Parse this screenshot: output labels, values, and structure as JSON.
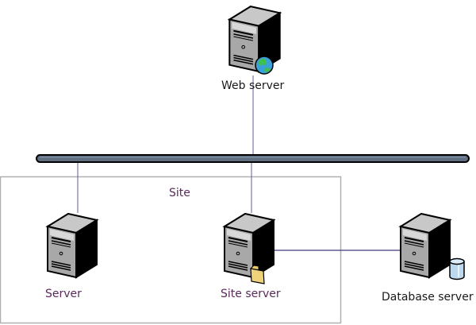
{
  "diagram": {
    "title": "Site topology",
    "colors": {
      "connector": "#5b5b9a",
      "bus_fill": "#5f6e80",
      "bus_outline": "#000000",
      "site_border": "#b0b0b0",
      "label_purple": "#5a2a5a",
      "label_dark": "#1a1a1a"
    },
    "nodes": [
      {
        "id": "web-server",
        "label": "Web server",
        "icon": "server-icon",
        "badge": "globe-icon"
      },
      {
        "id": "server",
        "label": "Server",
        "icon": "server-icon",
        "badge": null
      },
      {
        "id": "site-server",
        "label": "Site server",
        "icon": "server-icon",
        "badge": "folder-icon"
      },
      {
        "id": "database-server",
        "label": "Database server",
        "icon": "server-icon",
        "badge": "database-icon"
      }
    ],
    "groups": [
      {
        "id": "site",
        "label": "Site",
        "members": [
          "server",
          "site-server"
        ]
      }
    ],
    "network": {
      "id": "network-bus",
      "type": "bus"
    },
    "edges": [
      {
        "from": "web-server",
        "to": "network-bus"
      },
      {
        "from": "server",
        "to": "network-bus"
      },
      {
        "from": "site-server",
        "to": "network-bus"
      },
      {
        "from": "site-server",
        "to": "database-server"
      }
    ]
  }
}
